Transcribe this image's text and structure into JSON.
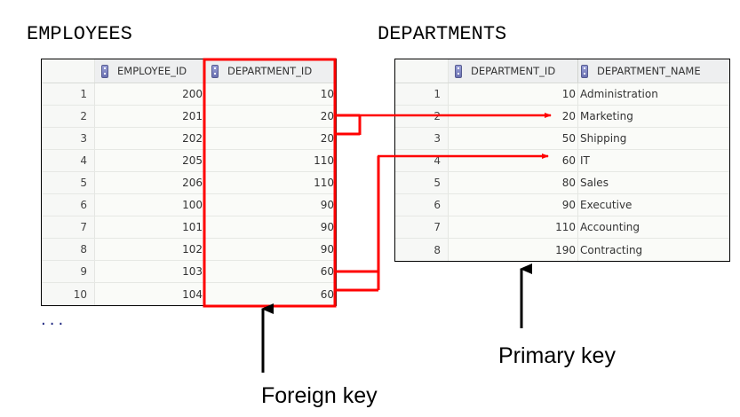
{
  "employees": {
    "title": "EMPLOYEES",
    "columns": [
      "",
      "EMPLOYEE_ID",
      "DEPARTMENT_ID"
    ],
    "rows": [
      {
        "n": "1",
        "employee_id": "200",
        "department_id": "10"
      },
      {
        "n": "2",
        "employee_id": "201",
        "department_id": "20"
      },
      {
        "n": "3",
        "employee_id": "202",
        "department_id": "20"
      },
      {
        "n": "4",
        "employee_id": "205",
        "department_id": "110"
      },
      {
        "n": "5",
        "employee_id": "206",
        "department_id": "110"
      },
      {
        "n": "6",
        "employee_id": "100",
        "department_id": "90"
      },
      {
        "n": "7",
        "employee_id": "101",
        "department_id": "90"
      },
      {
        "n": "8",
        "employee_id": "102",
        "department_id": "90"
      },
      {
        "n": "9",
        "employee_id": "103",
        "department_id": "60"
      },
      {
        "n": "10",
        "employee_id": "104",
        "department_id": "60"
      }
    ],
    "ellipsis": "..."
  },
  "departments": {
    "title": "DEPARTMENTS",
    "columns": [
      "",
      "DEPARTMENT_ID",
      "DEPARTMENT_NAME"
    ],
    "rows": [
      {
        "n": "1",
        "department_id": "10",
        "department_name": "Administration"
      },
      {
        "n": "2",
        "department_id": "20",
        "department_name": "Marketing"
      },
      {
        "n": "3",
        "department_id": "50",
        "department_name": "Shipping"
      },
      {
        "n": "4",
        "department_id": "60",
        "department_name": "IT"
      },
      {
        "n": "5",
        "department_id": "80",
        "department_name": "Sales"
      },
      {
        "n": "6",
        "department_id": "90",
        "department_name": "Executive"
      },
      {
        "n": "7",
        "department_id": "110",
        "department_name": "Accounting"
      },
      {
        "n": "8",
        "department_id": "190",
        "department_name": "Contracting"
      }
    ]
  },
  "annotations": {
    "foreign_key": "Foreign key",
    "primary_key": "Primary key"
  },
  "colors": {
    "highlight": "#ff0000",
    "arrow": "#000000"
  }
}
